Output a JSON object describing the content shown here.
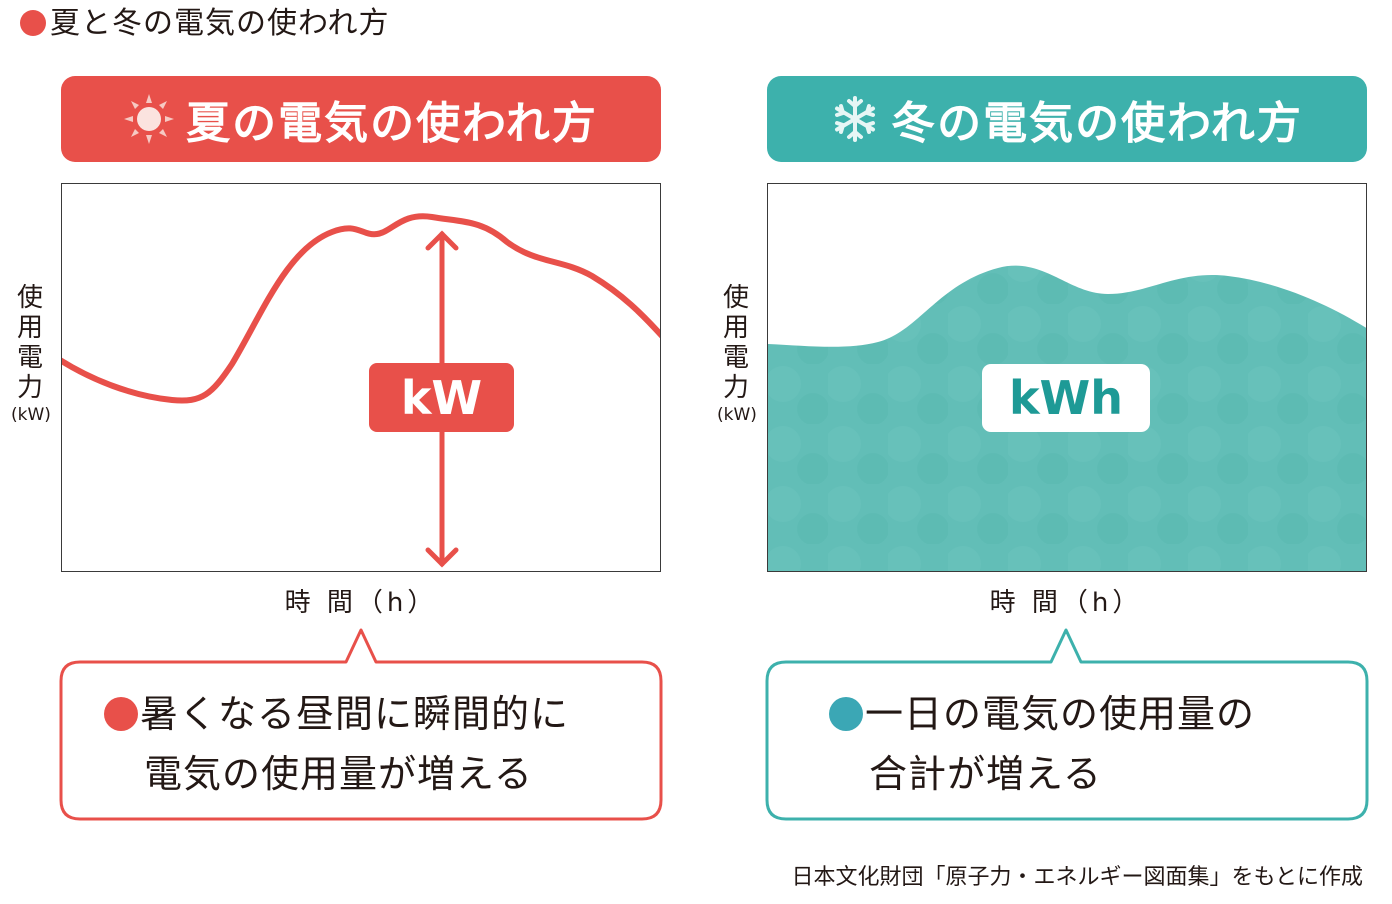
{
  "page": {
    "title": "夏と冬の電気の使われ方",
    "source": "日本文化財団「原子力・エネルギー図面集」をもとに作成"
  },
  "colors": {
    "red": "#E8504A",
    "teal": "#3DB1AC",
    "teal_fill": "#5FBDB6",
    "teal_dark": "#1E9A96",
    "teal_dot": "#3BA7B5"
  },
  "summer": {
    "banner": "夏の電気の使われ方",
    "icon": "sun-icon",
    "ylabel": [
      "使",
      "用",
      "電",
      "力"
    ],
    "yunit": "(kW)",
    "xlabel": "時 間（h）",
    "badge": "kW",
    "callout_line1": "暑くなる昼間に瞬間的に",
    "callout_line2": "電気の使用量が増える"
  },
  "winter": {
    "banner": "冬の電気の使われ方",
    "icon": "snowflake-icon",
    "ylabel": [
      "使",
      "用",
      "電",
      "力"
    ],
    "yunit": "(kW)",
    "xlabel": "時 間（h）",
    "badge": "kWh",
    "callout_line1": "一日の電気の使用量の",
    "callout_line2": "合計が増える"
  }
}
